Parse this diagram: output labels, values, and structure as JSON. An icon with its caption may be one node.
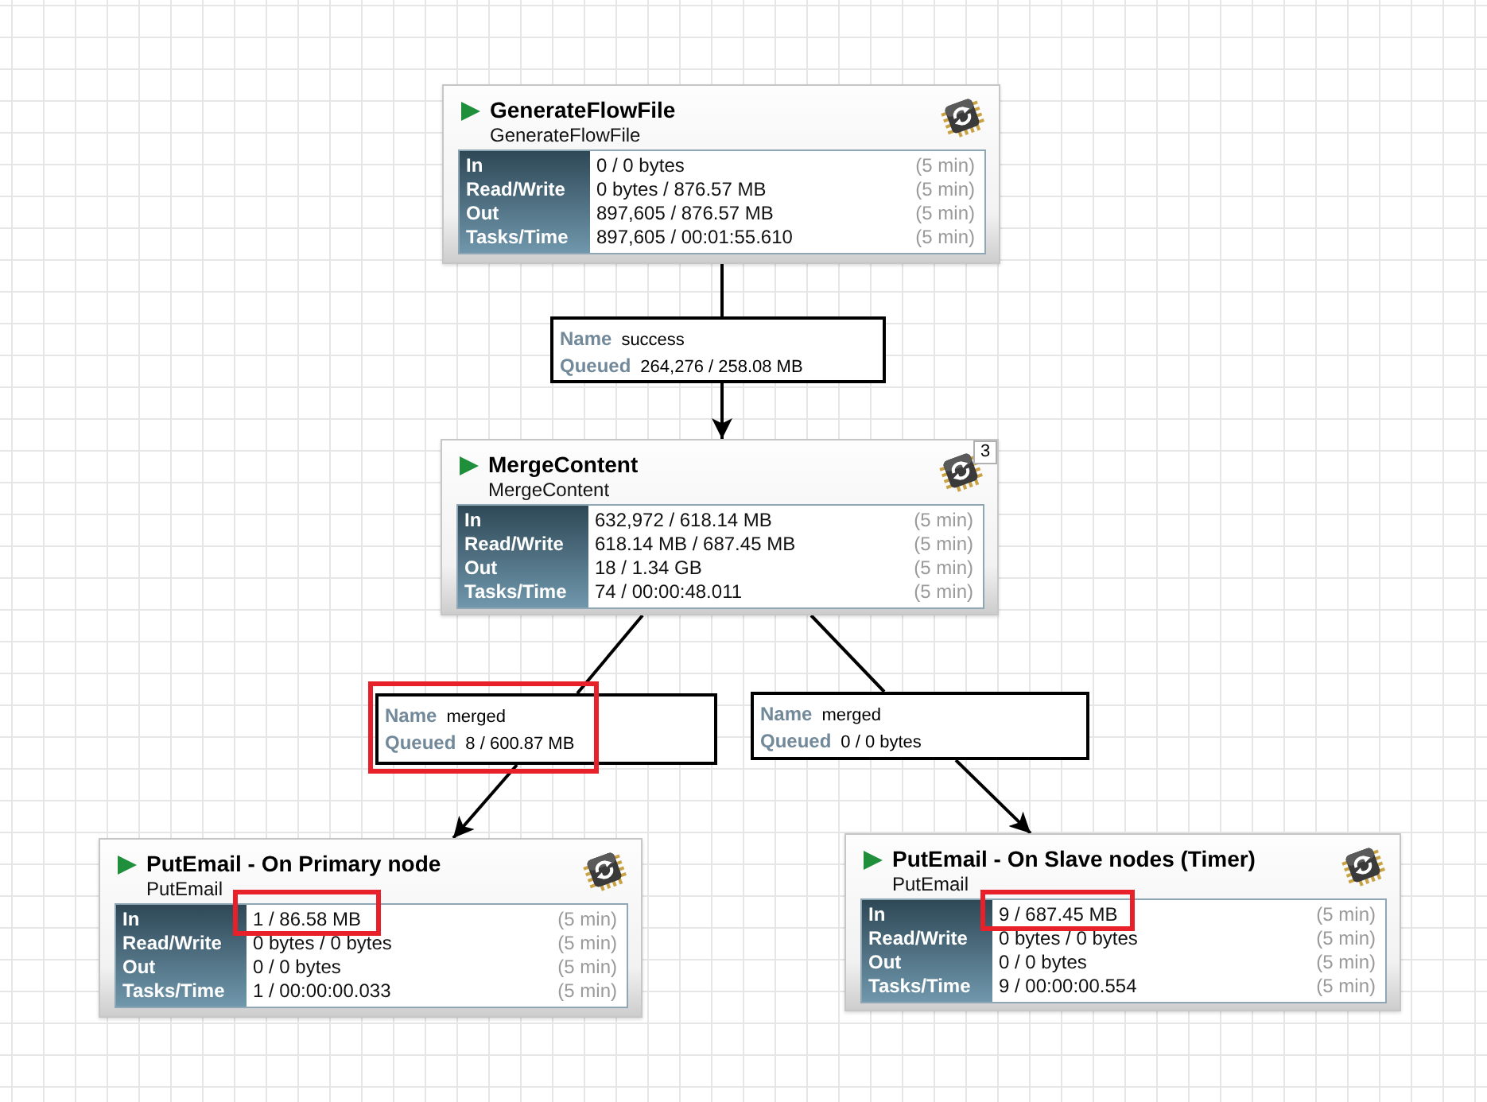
{
  "diagram": {
    "nodes": [
      {
        "text": [
          "GenerateFlowFile",
          "GenerateFlowFile",
          "In",
          "0 / 0 bytes",
          "(5 min)",
          "Read/Write",
          "0 bytes / 876.57 MB",
          "(5 min)",
          "Out",
          "897,605 / 876.57 MB",
          "(5 min)",
          "Tasks/Time",
          "897,605 / 00:01:55.610",
          "(5 min)"
        ]
      },
      {
        "text": [
          "Name",
          "success",
          "Queued",
          "264,276 / 258.08 MB"
        ]
      },
      {
        "text": [
          "MergeContent",
          "MergeContent",
          "3",
          "In",
          "632,972 / 618.14 MB",
          "(5 min)",
          "Read/Write",
          "618.14 MB / 687.45 MB",
          "(5 min)",
          "Out",
          "18 / 1.34 GB",
          "(5 min)",
          "Tasks/Time",
          "74 / 00:00:48.011",
          "(5 min)"
        ]
      },
      {
        "text": [
          "Name",
          "merged",
          "Queued",
          "8 / 600.87 MB"
        ]
      },
      {
        "text": [
          "Name",
          "merged",
          "Queued",
          "0 / 0 bytes"
        ]
      },
      {
        "text": [
          "PutEmail - On Primary node",
          "PutEmail",
          "In",
          "1 / 86.58 MB",
          "(5 min)",
          "Read/Write",
          "0 bytes / 0 bytes",
          "(5 min)",
          "Out",
          "0 / 0 bytes",
          "(5 min)",
          "Tasks/Time",
          "1 / 00:00:00.033",
          "(5 min)"
        ]
      },
      {
        "text": [
          "PutEmail - On Slave nodes (Timer)",
          "PutEmail",
          "In",
          "9 / 687.45 MB",
          "(5 min)",
          "Read/Write",
          "0 bytes / 0 bytes",
          "(5 min)",
          "Out",
          "0 / 0 bytes",
          "(5 min)",
          "Tasks/Time",
          "9 / 00:00:00.554",
          "(5 min)"
        ]
      }
    ],
    "edges": [
      {
        "from": 0,
        "to": 1,
        "arrow": "none"
      },
      {
        "from": 1,
        "to": 2,
        "arrow": "to"
      },
      {
        "from": 2,
        "to": 3,
        "arrow": "none"
      },
      {
        "from": 3,
        "to": 5,
        "arrow": "to"
      },
      {
        "from": 2,
        "to": 4,
        "arrow": "none"
      },
      {
        "from": 4,
        "to": 6,
        "arrow": "to"
      }
    ]
  }
}
